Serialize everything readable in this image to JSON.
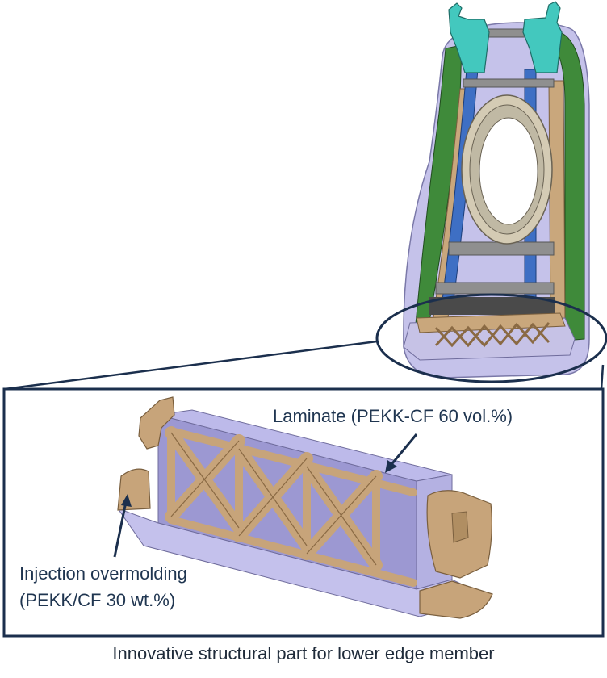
{
  "labels": {
    "laminate": "Laminate (PEKK-CF 60 vol.%)",
    "injection_line1": "Injection overmolding",
    "injection_line2": "(PEKK/CF 30 wt.%)"
  },
  "caption": "Innovative structural part for lower edge member",
  "colors": {
    "navy": "#1b2f4d",
    "laminate": "#b9b6e4",
    "overmold": "#c7a47a",
    "frame_green": "#3f8a3a",
    "beam_blue": "#3e6fc4",
    "bracket_cyan": "#3fc9bf",
    "crossbar_grey": "#8c8c8c"
  }
}
